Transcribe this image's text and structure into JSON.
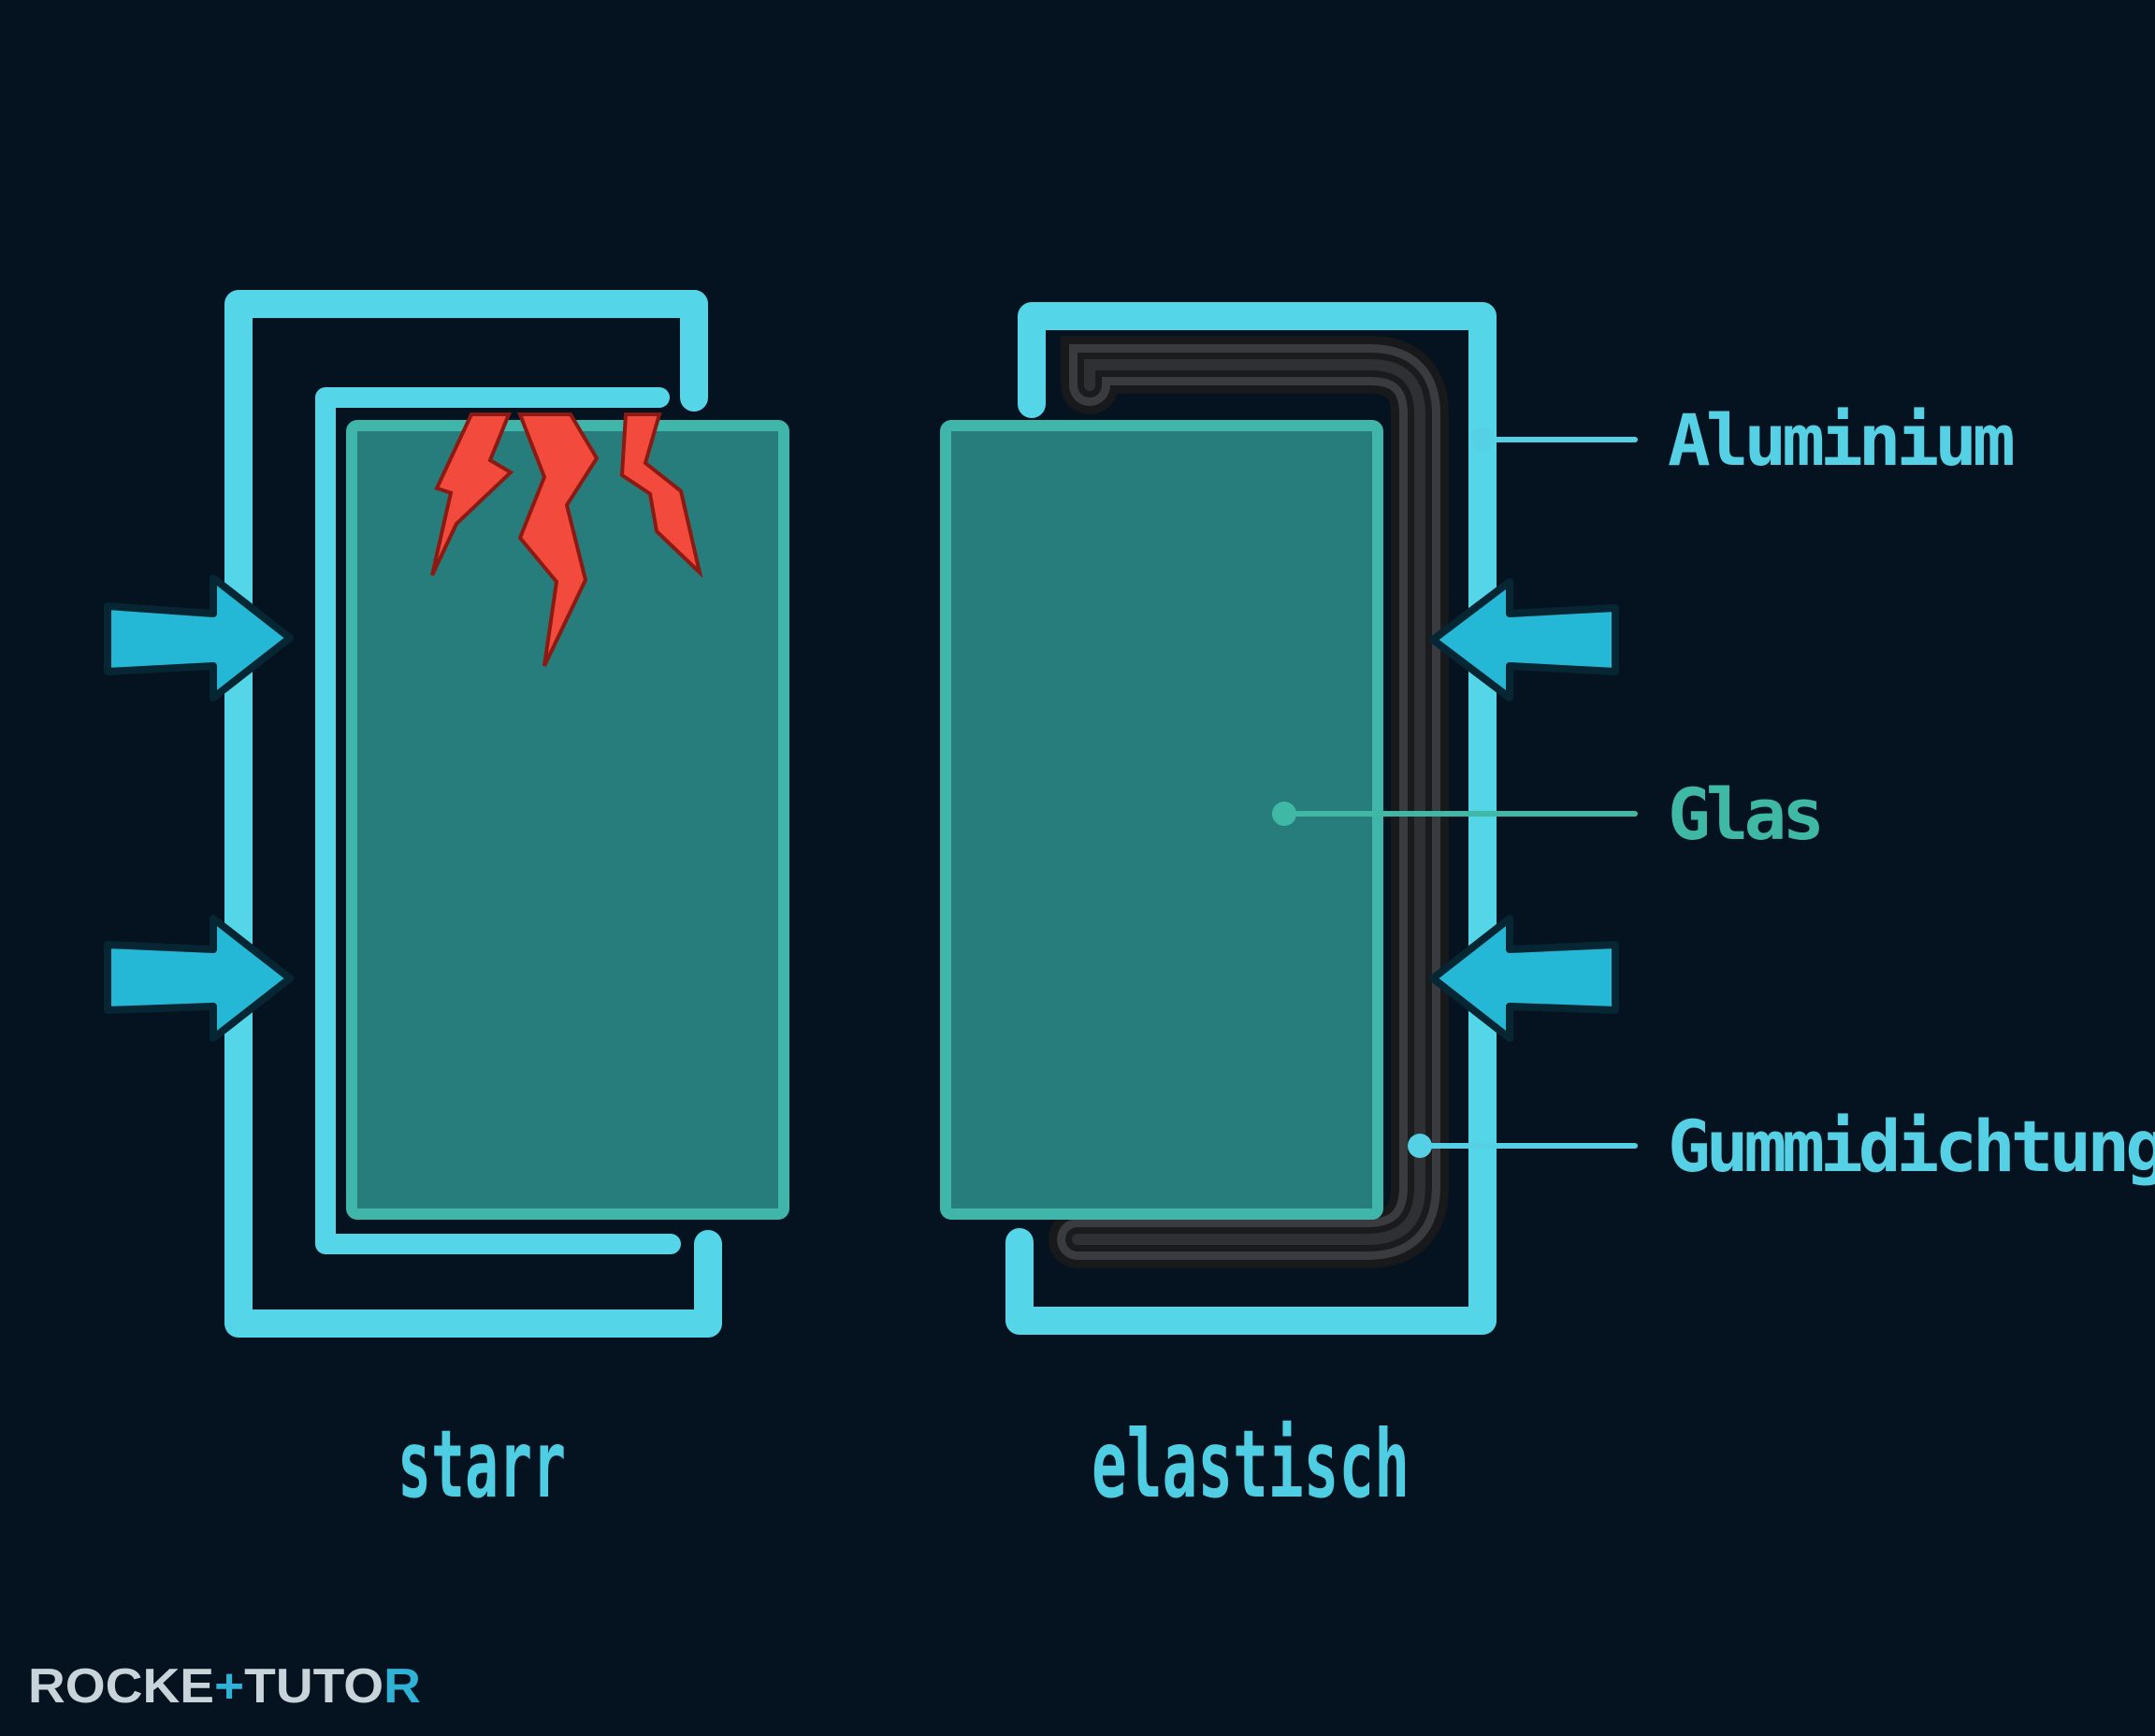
{
  "colors": {
    "background": "#04131f",
    "aluminium": "#55d6e8",
    "glass": "#267d7c",
    "glass_edge": "#3fb6a9",
    "gasket": "#2c2c2e",
    "crack": "#f24a3c",
    "arrow": "#25b8d6",
    "label_aluminium": "#55d0e4",
    "label_glas": "#3fb8a6",
    "label_gummi": "#55d0e4",
    "brand": "#c9d3da",
    "brand_accent": "#2fb2d6"
  },
  "left_panel": {
    "caption": "starr",
    "crack_icon": "crack-icon",
    "arrow_icon": "arrow-right-icon"
  },
  "right_panel": {
    "caption": "elastisch",
    "arrow_icon": "arrow-left-icon"
  },
  "labels": {
    "aluminium": "Aluminium",
    "glas": "Glas",
    "gummidichtung": "Gummidichtung"
  },
  "brand": {
    "part1": "ROCKE",
    "cross": "+",
    "part2": "TUTO",
    "part3": "R"
  }
}
